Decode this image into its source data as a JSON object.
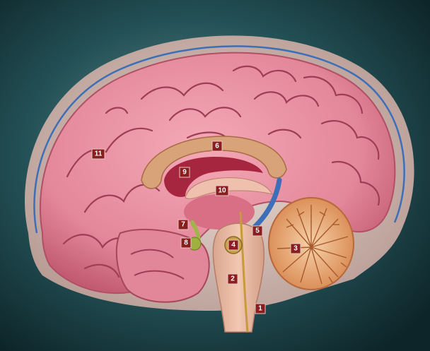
{
  "labels": [
    {
      "id": "spinal-cord",
      "text": "1"
    },
    {
      "id": "medulla",
      "text": "2"
    },
    {
      "id": "cerebellum",
      "text": "3"
    },
    {
      "id": "pons",
      "text": "4"
    },
    {
      "id": "fourth-ventricle",
      "text": "5"
    },
    {
      "id": "corpus-callosum",
      "text": "6"
    },
    {
      "id": "hypothalamus",
      "text": "7"
    },
    {
      "id": "pituitary",
      "text": "8"
    },
    {
      "id": "lateral-ventricle",
      "text": "9"
    },
    {
      "id": "fornix",
      "text": "10"
    },
    {
      "id": "cerebrum",
      "text": "11"
    }
  ],
  "colors": {
    "background": "#123238",
    "cortex": "#e58a9b",
    "cortex_dark": "#a8465c",
    "skull": "#e6c9c0",
    "corpus_callosum": "#d9a37a",
    "brainstem": "#e9b79f",
    "cerebellum": "#e7a67a",
    "ventricle": "#a7263f",
    "csf_blue": "#3d6fb8",
    "label_box": "#8a1e1e"
  }
}
